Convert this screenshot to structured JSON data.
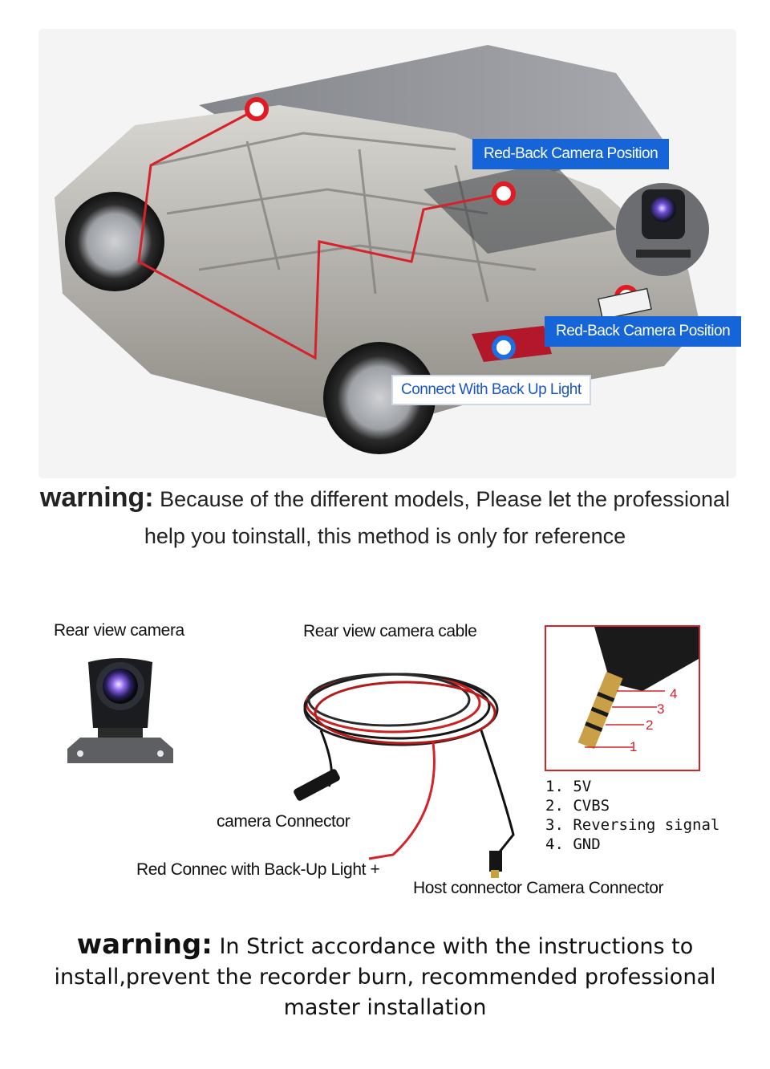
{
  "callouts": {
    "red_back_1": "Red-Back Camera Position",
    "red_back_2": "Red-Back Camera Position",
    "backup_light": "Connect With Back Up Light"
  },
  "warning_top": {
    "label": "warning:",
    "line1": "Because of the different models, Please let the professional",
    "line2": "help you toinstall, this method is only for reference"
  },
  "parts": {
    "rear_camera_label": "Rear view camera",
    "cable_label": "Rear view camera cable",
    "camera_connector_label": "camera Connector",
    "red_connec_label": "Red Connec with Back-Up Light +",
    "host_connector_label": "Host connector Camera Connector"
  },
  "pins": {
    "numbers": [
      "4",
      "3",
      "2",
      "1"
    ],
    "list": [
      "1. 5V",
      "2. CVBS",
      "3. Reversing signal",
      "4. GND"
    ]
  },
  "warning_bottom": {
    "label": "warning:",
    "line1": "In Strict accordance with the instructions to",
    "line2": "install,prevent the recorder burn, recommended professional",
    "line3": "master installation"
  },
  "colors": {
    "callout_blue": "#1565d8",
    "wire_red": "#d6222a",
    "marker_blue": "#1e6fe0"
  }
}
